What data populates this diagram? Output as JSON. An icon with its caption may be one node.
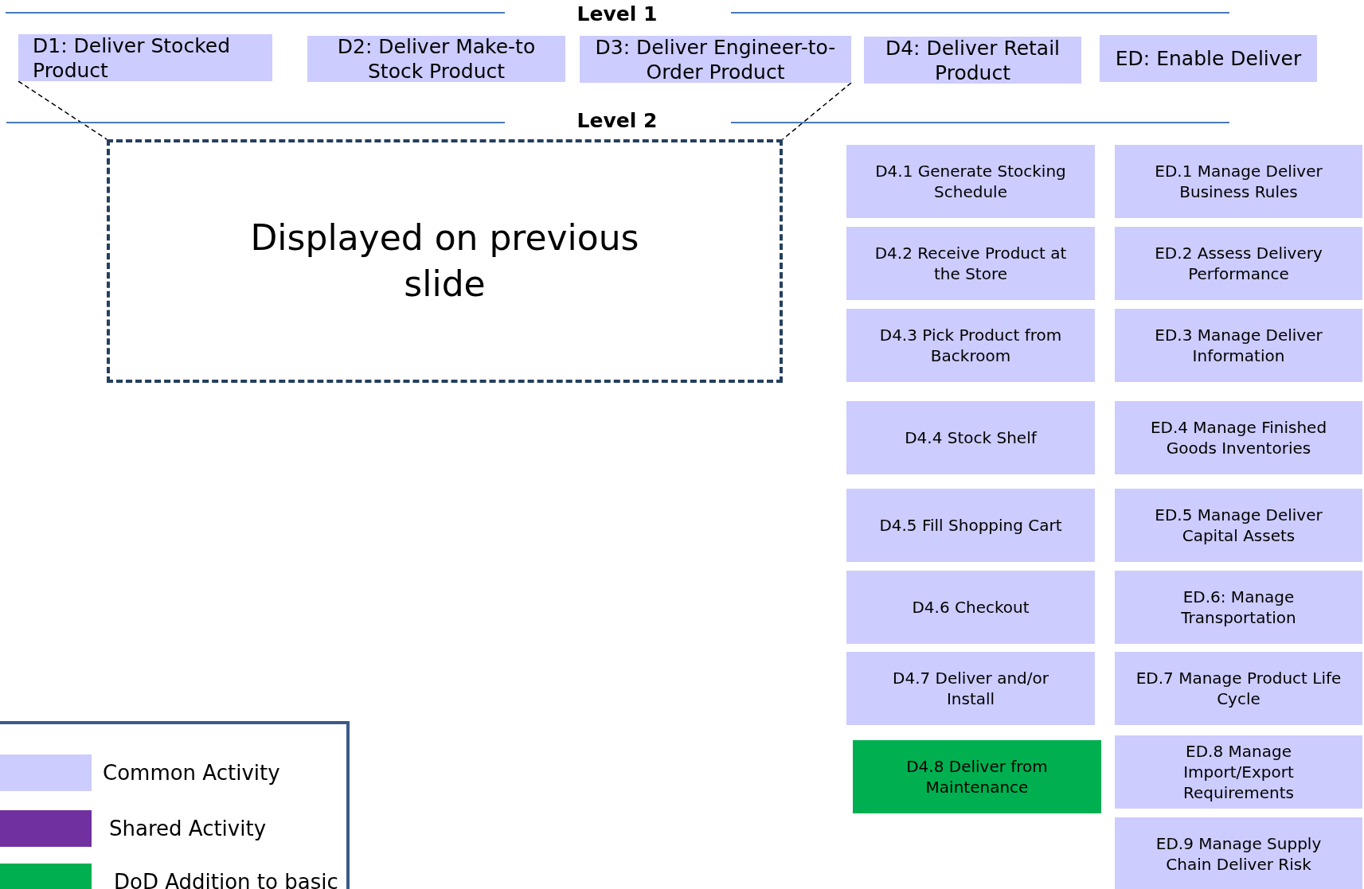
{
  "diagram": {
    "nodes": [
      {
        "text": [
          "D1: Deliver Stocked Product"
        ]
      },
      {
        "text": [
          "D2: Deliver Make-to Stock Product"
        ]
      },
      {
        "text": [
          "D3: Deliver Engineer-to- Order Product"
        ]
      },
      {
        "text": [
          "D4: Deliver Retail Product"
        ]
      },
      {
        "text": [
          "ED: Enable Deliver"
        ]
      },
      {
        "text": [
          "Displayed on previous slide"
        ]
      },
      {
        "text": [
          "D4.1 Generate Stocking Schedule"
        ]
      },
      {
        "text": [
          "D4.2 Receive Product at the Store"
        ]
      },
      {
        "text": [
          "D4.3 Pick Product from Backroom"
        ]
      },
      {
        "text": [
          "D4.4 Stock Shelf"
        ]
      },
      {
        "text": [
          "D4.5 Fill Shopping Cart"
        ]
      },
      {
        "text": [
          "D4.6 Checkout"
        ]
      },
      {
        "text": [
          "D4.7 Deliver and/or Install"
        ]
      },
      {
        "text": [
          "D4.8 Deliver from Maintenance"
        ]
      },
      {
        "text": [
          "ED.1 Manage Deliver Business Rules"
        ]
      },
      {
        "text": [
          "ED.2 Assess Delivery Performance"
        ]
      },
      {
        "text": [
          "ED.3 Manage Deliver Information"
        ]
      },
      {
        "text": [
          "ED.4 Manage Finished Goods Inventories"
        ]
      },
      {
        "text": [
          "ED.5 Manage Deliver Capital Assets"
        ]
      },
      {
        "text": [
          "ED.6: Manage Transportation"
        ]
      },
      {
        "text": [
          "ED.7 Manage Product Life Cycle"
        ]
      },
      {
        "text": [
          "ED.8 Manage Import/Export Requirements"
        ]
      },
      {
        "text": [
          "ED.9 Manage Supply Chain Deliver Risk"
        ]
      }
    ],
    "edges": [
      {
        "from": 0,
        "to": 5,
        "arrow": "none",
        "style": "dashed"
      },
      {
        "from": 2,
        "to": 5,
        "arrow": "none",
        "style": "dashed"
      }
    ],
    "labels": [
      "Level 1",
      "Level 2"
    ],
    "legend": [
      {
        "text": "Common Activity",
        "color": "#ccccff"
      },
      {
        "text": "Shared Activity",
        "color": "#7030a0"
      },
      {
        "text": "DoD Addition to basic",
        "color": "#00b050"
      }
    ]
  }
}
